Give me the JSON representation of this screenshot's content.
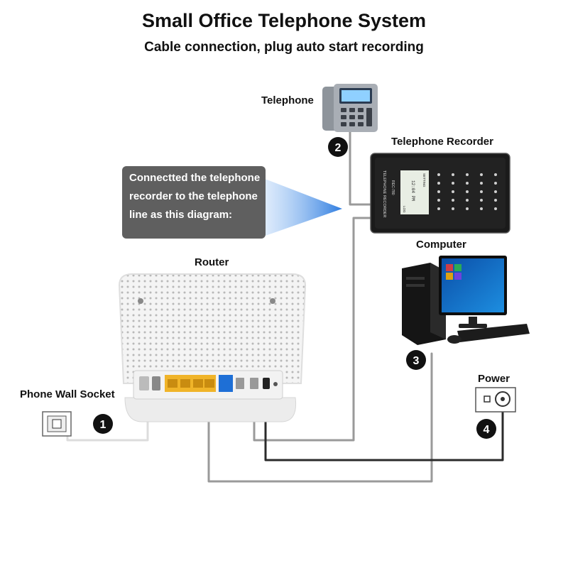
{
  "title": "Small Office Telephone System",
  "subtitle": "Cable connection, plug auto start recording",
  "labels": {
    "telephone": "Telephone",
    "recorder": "Telephone Recorder",
    "computer": "Computer",
    "router": "Router",
    "wall_socket": "Phone Wall Socket",
    "power": "Power"
  },
  "callout_lines": [
    "Connectted the telephone",
    "recorder to the telephone",
    "line as this diagram:"
  ],
  "steps": [
    "1",
    "2",
    "3",
    "4"
  ],
  "recorder_screen": {
    "brand": "TELEPHONE RECORDER",
    "model": "REC-780",
    "time": "12:04 PM",
    "setting": "SETTING",
    "log": "LOG"
  },
  "colors": {
    "callout_bg": "#5f5f5f",
    "router_lan": "#f0b429",
    "router_wan": "#1e6fd6",
    "cable_gray": "#9a9a9a",
    "cable_dark": "#2b2b2b",
    "badge": "#111111"
  }
}
